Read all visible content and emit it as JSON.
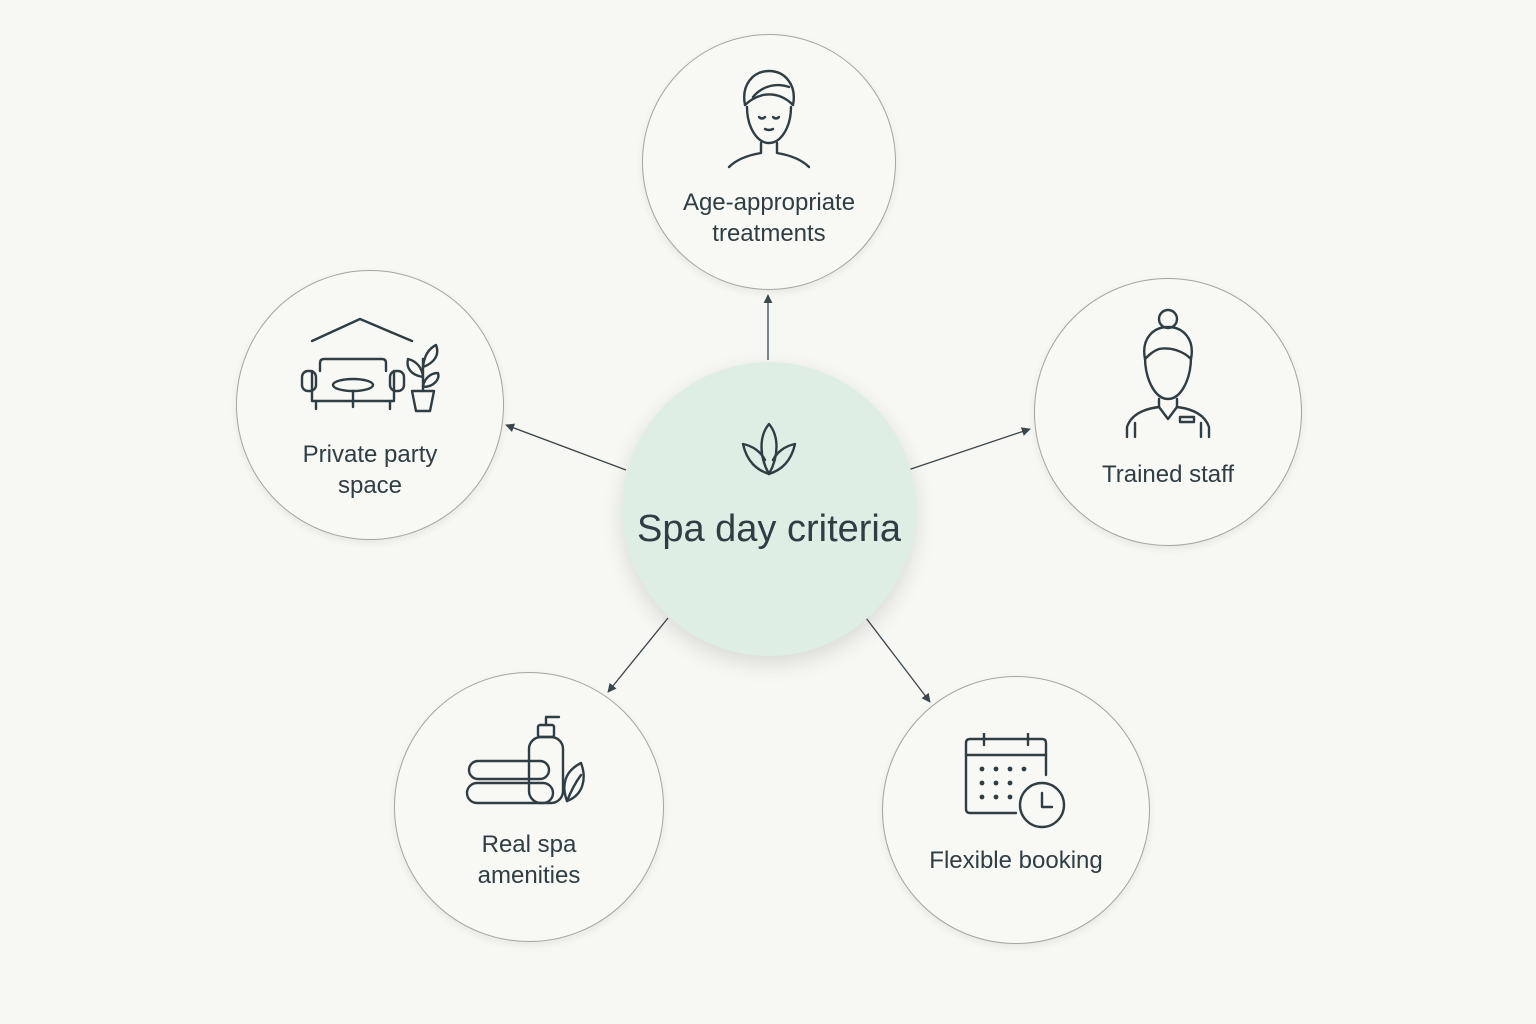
{
  "center": {
    "title": "Spa day criteria",
    "icon": "lotus-icon",
    "color": "#dfeee4"
  },
  "criteria": [
    {
      "id": "age",
      "label": "Age-appropriate treatments",
      "icon": "woman-in-towel-icon"
    },
    {
      "id": "staff",
      "label": "Trained staff",
      "icon": "staff-member-icon"
    },
    {
      "id": "booking",
      "label": "Flexible booking",
      "icon": "calendar-clock-icon"
    },
    {
      "id": "amenities",
      "label": "Real spa amenities",
      "icon": "spa-products-icon"
    },
    {
      "id": "party",
      "label": "Private party space",
      "icon": "lounge-room-icon"
    }
  ],
  "colors": {
    "background": "#f7f7f3",
    "ink": "#2f3d44",
    "ring": "#a3a6a5"
  }
}
